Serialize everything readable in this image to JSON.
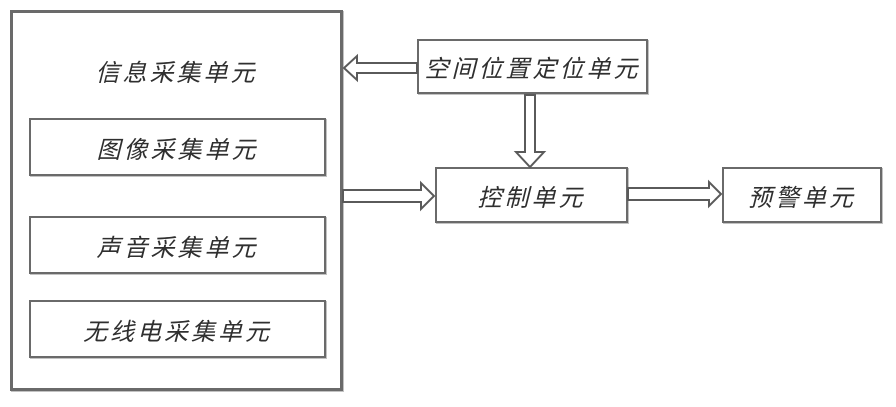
{
  "figure_type": "block-diagram",
  "boxes": {
    "info_collection": {
      "label": "信息采集单元"
    },
    "image_collection": {
      "label": "图像采集单元"
    },
    "sound_collection": {
      "label": "声音采集单元"
    },
    "radio_collection": {
      "label": "无线电采集单元"
    },
    "spatial_positioning": {
      "label": "空间位置定位单元"
    },
    "control": {
      "label": "控制单元"
    },
    "warning": {
      "label": "预警单元"
    }
  },
  "connections": [
    {
      "from": "空间位置定位单元",
      "to": "信息采集单元",
      "style": "hollow-arrow",
      "direction": "left"
    },
    {
      "from": "空间位置定位单元",
      "to": "控制单元",
      "style": "hollow-arrow",
      "direction": "down"
    },
    {
      "from": "信息采集单元",
      "to": "控制单元",
      "style": "hollow-arrow",
      "direction": "right"
    },
    {
      "from": "控制单元",
      "to": "预警单元",
      "style": "hollow-arrow",
      "direction": "right"
    }
  ],
  "colors": {
    "background": "#ffffff",
    "box_border": "#6a6a6a",
    "text": "#2f2f2f",
    "arrow_stroke": "#5a5a5a",
    "arrow_fill": "#ffffff"
  }
}
